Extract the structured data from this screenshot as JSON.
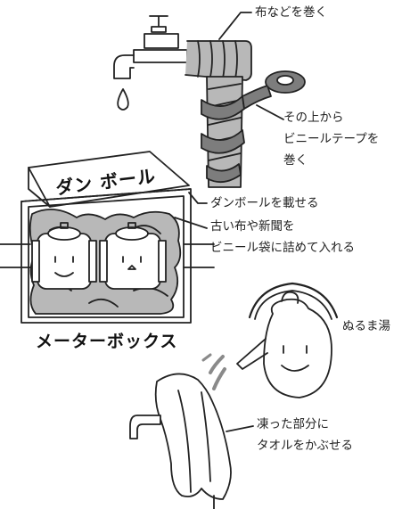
{
  "labels": {
    "wrap_cloth": "布などを巻く",
    "vinyl_tape": [
      "その上から",
      "ビニールテープを",
      "巻く"
    ],
    "cardboard_top": "ダンボールを載せる",
    "old_cloth": [
      "古い布や新聞を",
      "ビニール袋に詰めて入れる"
    ],
    "lukewarm": "ぬるま湯",
    "frozen": [
      "凍った部分に",
      "タオルをかぶせる"
    ]
  },
  "handwritten": {
    "cardboard": "ダン ボール",
    "meter_box": "メーターボックス"
  },
  "colors": {
    "line": "#222222",
    "gray_fill": "#b8b8b8",
    "dark_fill": "#7d7d7d",
    "white": "#ffffff"
  }
}
